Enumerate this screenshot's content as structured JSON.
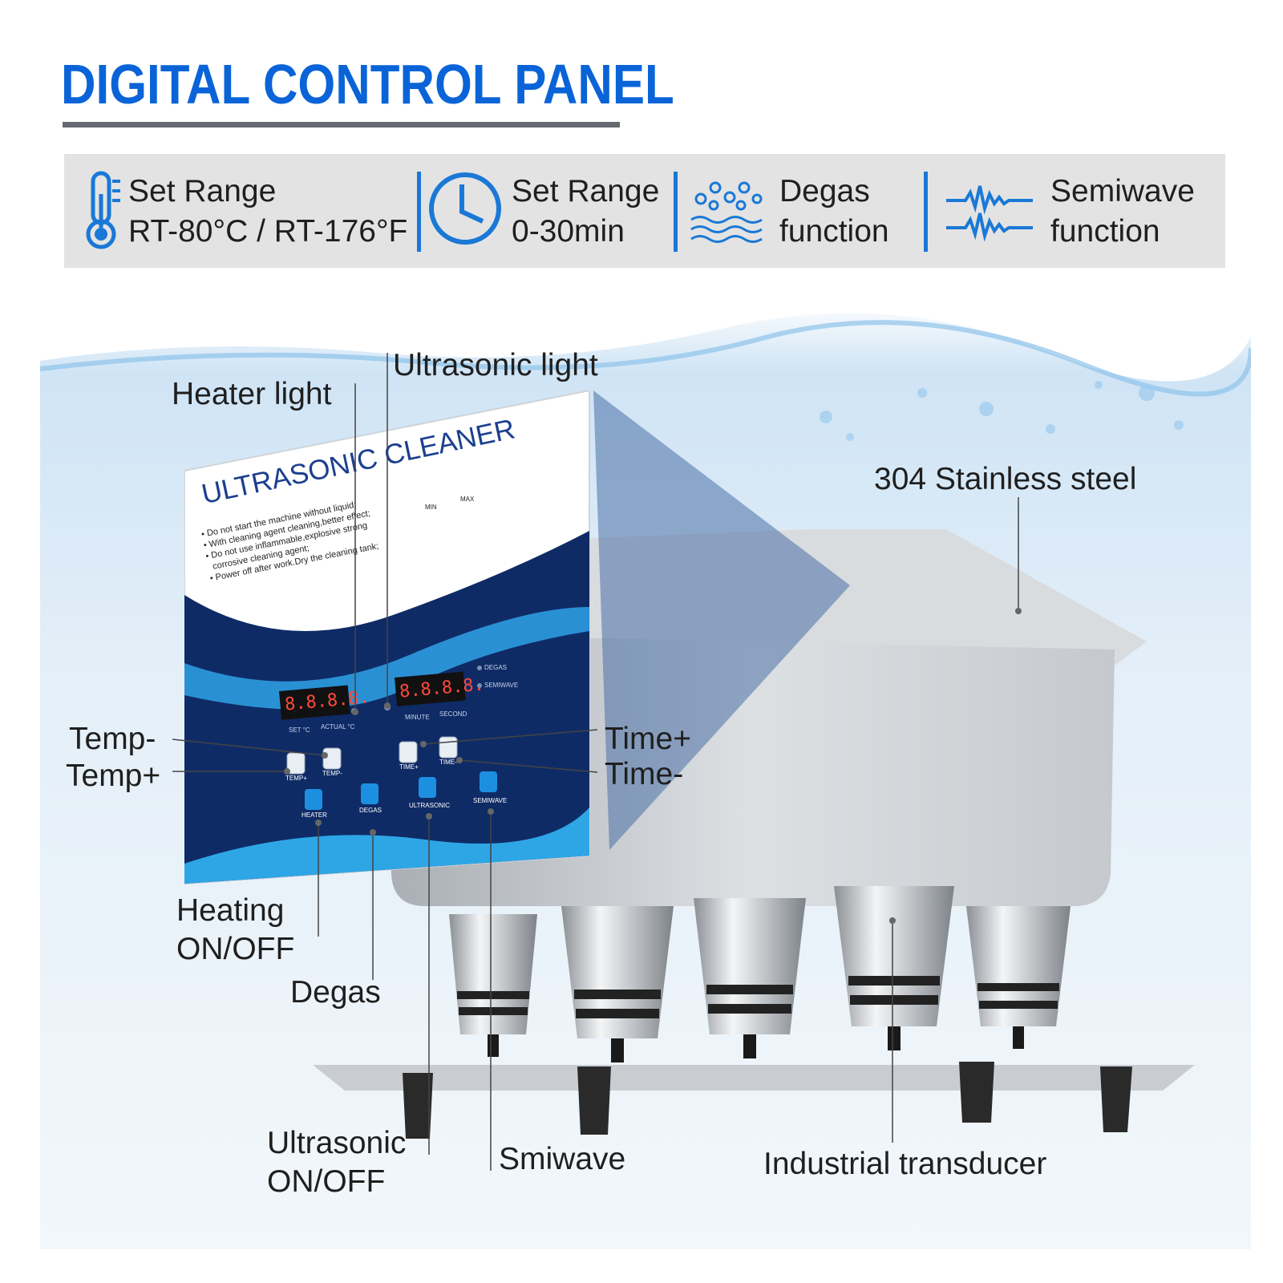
{
  "title": "DIGITAL CONTROL PANEL",
  "colors": {
    "accent": "#0a64d8",
    "bar_bg": "#e3e3e3",
    "separator": "#1a78d6",
    "panel_navy": "#0f2b66"
  },
  "features": [
    {
      "icon": "thermometer-icon",
      "line1": "Set Range",
      "line2": "RT-80°C / RT-176°F"
    },
    {
      "icon": "clock-icon",
      "line1": "Set Range",
      "line2": "0-30min"
    },
    {
      "icon": "bubbles-waves-icon",
      "line1": "Degas",
      "line2": "function"
    },
    {
      "icon": "semiwave-icon",
      "line1": "Semiwave",
      "line2": "function"
    }
  ],
  "panel": {
    "heading": "ULTRASONIC CLEANER",
    "notes": [
      "• Do not start the machine without liquid;",
      "• With cleaning agent cleaning,better effect;",
      "• Do not use inflammable,explosive strong",
      "  corrosive cleaning agent;",
      "• Power off after work.Dry the cleaning tank;"
    ],
    "level_min": "MIN",
    "level_max": "MAX",
    "display_left": "8.8.8.8.",
    "display_right": "8.8.8.8.",
    "set_c": "SET °C",
    "actual_c": "ACTUAL °C",
    "minute": "MINUTE",
    "second": "SECOND",
    "degas_led": "DEGAS",
    "semiwave_led": "SEMIWAVE",
    "btn_temp_plus": "TEMP+",
    "btn_temp_minus": "TEMP-",
    "btn_time_plus": "TIME+",
    "btn_time_minus": "TIME-",
    "btn_heater": "HEATER",
    "btn_degas": "DEGAS",
    "btn_ultrasonic": "ULTRASONIC",
    "btn_semiwave": "SEMIWAVE"
  },
  "callouts": {
    "heater_light": "Heater light",
    "ultrasonic_light": "Ultrasonic light",
    "stainless": "304 Stainless steel",
    "temp_minus": "Temp-",
    "temp_plus": "Temp+",
    "time_plus": "Time+",
    "time_minus": "Time-",
    "heating_1": "Heating",
    "heating_2": "ON/OFF",
    "degas": "Degas",
    "ultrasonic_1": "Ultrasonic",
    "ultrasonic_2": "ON/OFF",
    "smiwave": "Smiwave",
    "transducer": "Industrial transducer"
  }
}
